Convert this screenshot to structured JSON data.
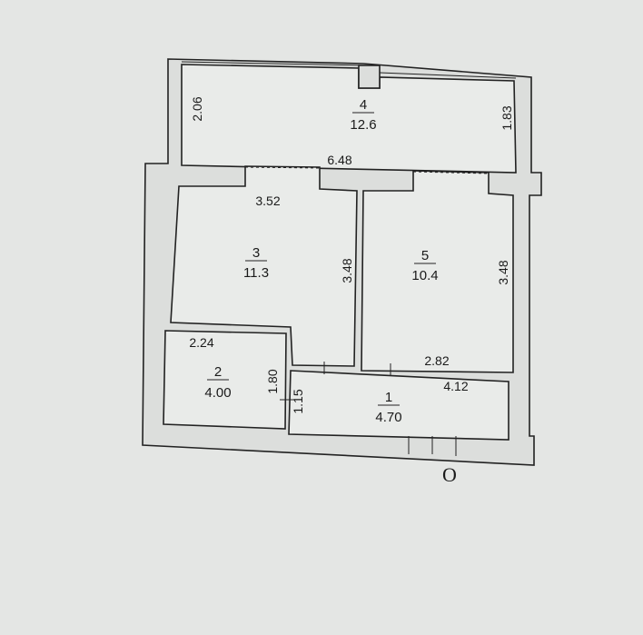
{
  "rooms": [
    {
      "id": "1",
      "area": "4.70"
    },
    {
      "id": "2",
      "area": "4.00"
    },
    {
      "id": "3",
      "area": "11.3"
    },
    {
      "id": "4",
      "area": "12.6"
    },
    {
      "id": "5",
      "area": "10.4"
    }
  ],
  "dimensions": {
    "balcony_left": "2.06",
    "balcony_right": "1.83",
    "balcony_width": "6.48",
    "room3_width": "3.52",
    "room3_height": "3.48",
    "room5_height": "3.48",
    "room5_width": "2.82",
    "room2_width": "2.24",
    "room2_height": "1.80",
    "hall_height": "1.15",
    "hall_width": "4.12"
  },
  "entrance_mark": "O"
}
